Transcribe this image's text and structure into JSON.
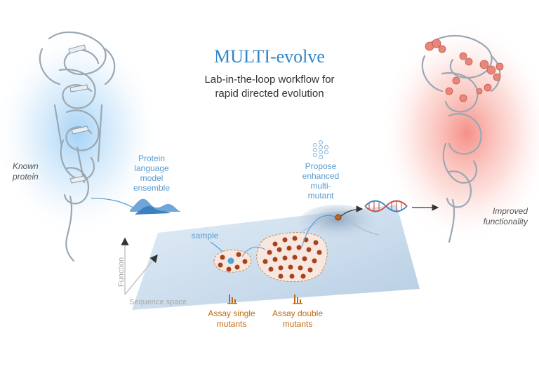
{
  "title": "MULTI-evolve",
  "subtitle_lines": [
    "Lab-in-the-loop workflow for",
    "rapid directed evolution"
  ],
  "known_protein_lines": [
    "Known",
    "protein"
  ],
  "improved_lines": [
    "Improved",
    "functionality"
  ],
  "plm_lines": [
    "Protein",
    "language",
    "model",
    "ensemble"
  ],
  "propose_lines": [
    "Propose",
    "enhanced",
    "multi-",
    "mutant"
  ],
  "sample_label": "sample",
  "assay_single_lines": [
    "Assay single",
    "mutants"
  ],
  "assay_double_lines": [
    "Assay double",
    "mutants"
  ],
  "axis_y": "Function",
  "axis_x": "Sequence space",
  "icons": [
    "protein-structure-icon",
    "mountain-landscape-icon",
    "neural-network-icon",
    "dna-helix-icon",
    "bar-chart-icon"
  ],
  "colors": {
    "title_blue": "#2f86c9",
    "label_blue": "#5a9bcf",
    "assay_orange": "#c06a12",
    "mutant_dot": "#a8411f",
    "known_glow": "#9fd0f5",
    "improved_glow": "#f58a80",
    "surface": "#cddcec"
  }
}
